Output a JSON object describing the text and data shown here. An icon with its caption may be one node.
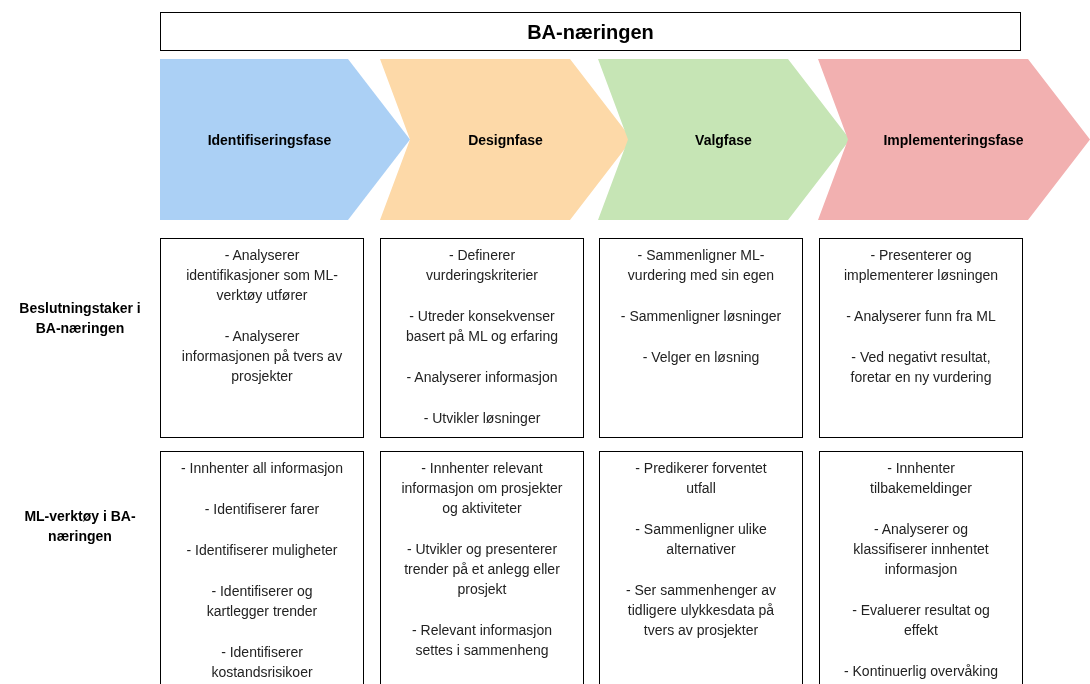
{
  "diagram": {
    "nodes": [
      {
        "text": [
          "BA-næringen"
        ]
      },
      {
        "text": [
          "Identifiseringsfase"
        ]
      },
      {
        "text": [
          "Designfase"
        ]
      },
      {
        "text": [
          "Valgfase"
        ]
      },
      {
        "text": [
          "Implementeringsfase"
        ]
      },
      {
        "text": [
          "- Analyserer identifikasjoner som ML-verktøy utfører",
          "- Analyserer informasjonen på tvers av prosjekter"
        ]
      },
      {
        "text": [
          "- Definerer vurderingskriterier",
          "- Utreder konsekvenser basert på ML og erfaring",
          "- Analyserer informasjon",
          "- Utvikler løsninger"
        ]
      },
      {
        "text": [
          "- Sammenligner ML-vurdering med sin egen",
          "- Sammenligner løsninger",
          "- Velger en løsning"
        ]
      },
      {
        "text": [
          "- Presenterer og implementerer løsningen",
          "- Analyserer funn fra ML",
          "- Ved negativt resultat, foretar en ny vurdering"
        ]
      },
      {
        "text": [
          "- Innhenter all informasjon",
          "- Identifiserer farer",
          "- Identifiserer muligheter",
          "- Identifiserer og kartlegger trender",
          "- Identifiserer kostandsrisikoer"
        ]
      },
      {
        "text": [
          "- Innhenter relevant informasjon om prosjekter og aktiviteter",
          "- Utvikler og presenterer trender på et anlegg eller prosjekt",
          "- Relevant informasjon settes i sammenheng"
        ]
      },
      {
        "text": [
          "- Predikerer forventet utfall",
          "- Sammenligner ulike alternativer",
          "- Ser sammenhenger av tidligere ulykkesdata på tvers av prosjekter"
        ]
      },
      {
        "text": [
          "- Innhenter tilbakemeldinger",
          "- Analyserer og klassifiserer innhentet informasjon",
          "- Evaluerer resultat og effekt",
          "- Kontinuerlig overvåking"
        ]
      }
    ],
    "labels": [
      "Beslutningstaker i BA-næringen",
      "ML-verktøy i BA-næringen"
    ]
  }
}
